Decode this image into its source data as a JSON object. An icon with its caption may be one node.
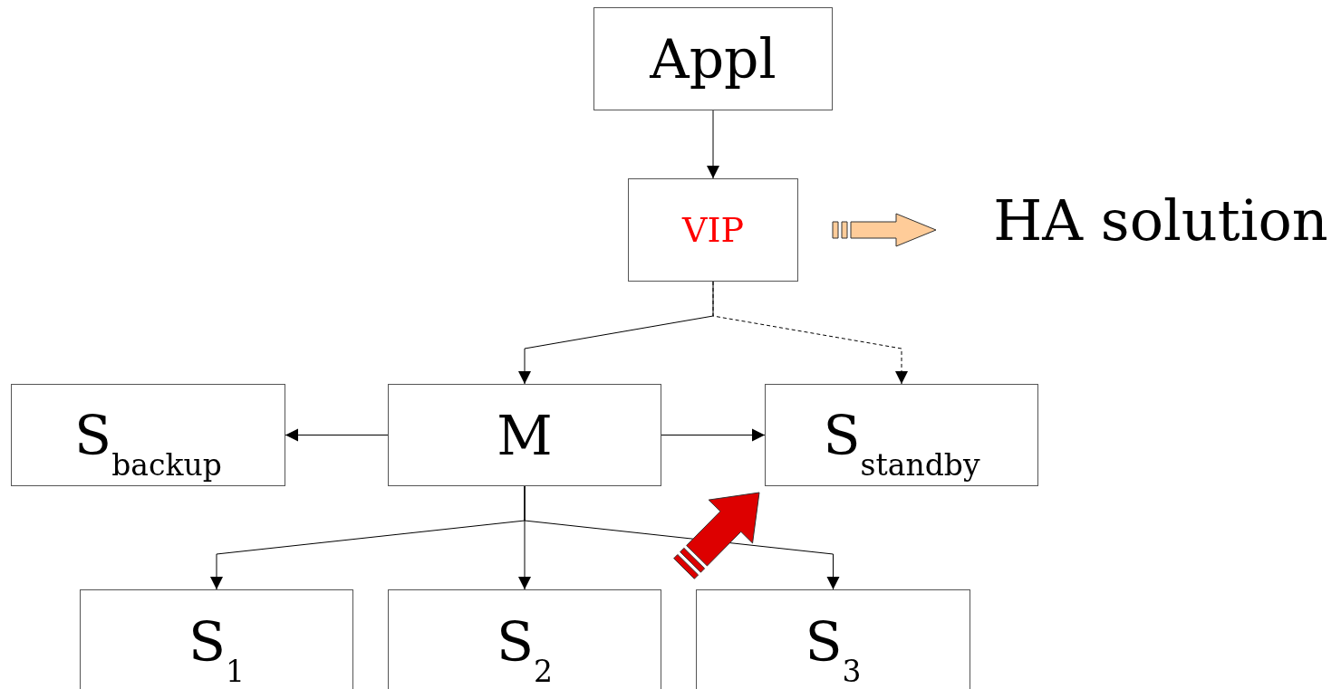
{
  "diagram": {
    "nodes": [
      {
        "text": [
          "Appl"
        ]
      },
      {
        "text": [
          "VIP"
        ]
      },
      {
        "text": [
          "HA solution"
        ]
      },
      {
        "text": [
          "S$_{backup}$"
        ]
      },
      {
        "text": [
          "M"
        ]
      },
      {
        "text": [
          "S$_{standby}$"
        ]
      },
      {
        "text": [
          "S$_{1}$"
        ]
      },
      {
        "text": [
          "S$_{2}$"
        ]
      },
      {
        "text": [
          "S$_{3}$"
        ]
      }
    ],
    "edges": [
      {
        "from": 0,
        "to": 1,
        "arrow": "to"
      },
      {
        "from": 1,
        "to": 2,
        "arrow": "to",
        "style": "thick",
        "color": "#ffcc99"
      },
      {
        "from": 1,
        "to": 4,
        "arrow": "to"
      },
      {
        "from": 1,
        "to": 5,
        "arrow": "to",
        "style": "dashed"
      },
      {
        "from": 4,
        "to": 3,
        "arrow": "to"
      },
      {
        "from": 4,
        "to": 5,
        "arrow": "to"
      },
      {
        "from": 4,
        "to": 6,
        "arrow": "to"
      },
      {
        "from": 4,
        "to": 7,
        "arrow": "to"
      },
      {
        "from": 4,
        "to": 8,
        "arrow": "to"
      },
      {
        "from": null,
        "to": 5,
        "arrow": "to",
        "style": "thick",
        "color": "#dd0000"
      }
    ]
  }
}
